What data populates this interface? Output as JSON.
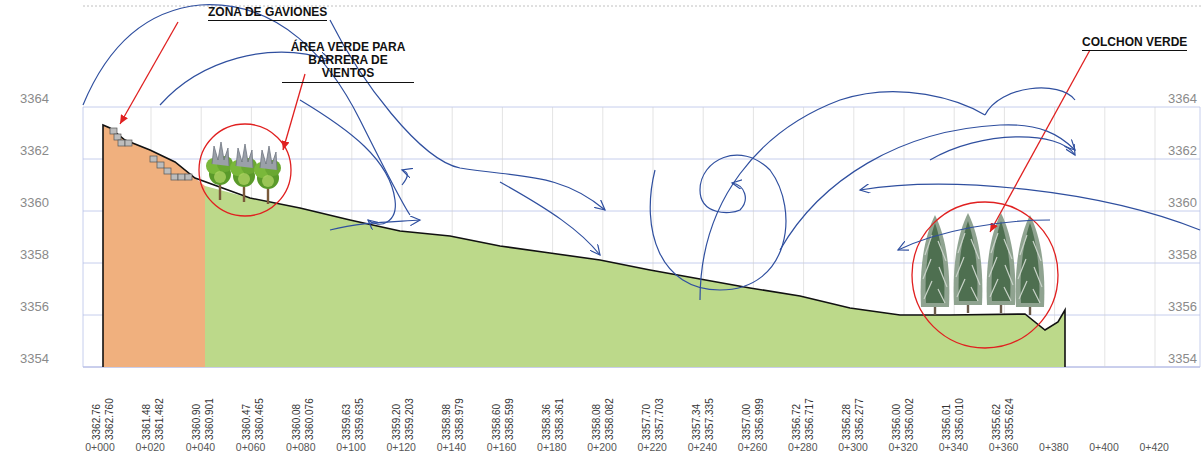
{
  "diagram": {
    "labels": [
      "ZONA DE GAVIONES",
      "ÁREA VERDE PARA BARRERA DE VIENTOS",
      "COLCHON VERDE",
      "3364",
      "3362",
      "3360",
      "3358",
      "3356",
      "3354",
      "3364",
      "3362",
      "3360",
      "3358",
      "3356",
      "3354",
      "3362.76",
      "3362.760",
      "3361.48",
      "3361.482",
      "3360.90",
      "3360.901",
      "3360.47",
      "3360.465",
      "3360.08",
      "3360.076",
      "3359.63",
      "3359.635",
      "3359.20",
      "3359.203",
      "3358.98",
      "3358.979",
      "3358.60",
      "3358.599",
      "3358.36",
      "3358.361",
      "3358.08",
      "3358.082",
      "3357.70",
      "3357.703",
      "3357.34",
      "3357.335",
      "3357.00",
      "3356.999",
      "3356.72",
      "3356.717",
      "3356.28",
      "3356.277",
      "3356.00",
      "3356.002",
      "3356.01",
      "3356.010",
      "3355.62",
      "3355.624",
      "0+000",
      "0+020",
      "0+040",
      "0+060",
      "0+080",
      "0+100",
      "0+120",
      "0+140",
      "0+160",
      "0+180",
      "0+200",
      "0+220",
      "0+240",
      "0+260",
      "0+280",
      "0+300",
      "0+320",
      "0+340",
      "0+360",
      "0+380",
      "0+400",
      "0+420"
    ]
  }
}
